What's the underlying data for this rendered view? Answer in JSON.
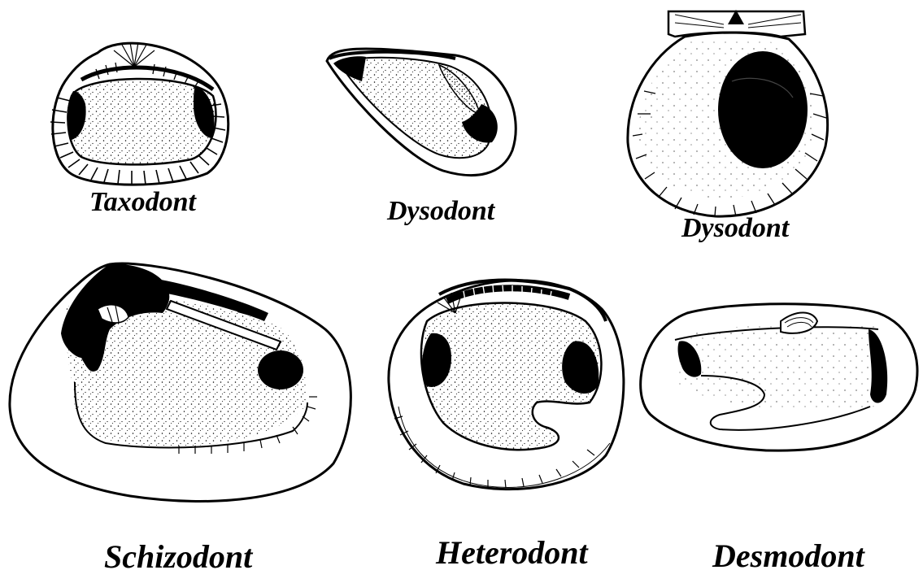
{
  "shells": [
    {
      "name": "taxodont",
      "label": "Taxodont"
    },
    {
      "name": "dysodont-mussel",
      "label": "Dysodont"
    },
    {
      "name": "dysodont-scallop",
      "label": "Dysodont"
    },
    {
      "name": "schizodont",
      "label": "Schizodont"
    },
    {
      "name": "heterodont",
      "label": "Heterodont"
    },
    {
      "name": "desmodont",
      "label": "Desmodont"
    }
  ],
  "colors": {
    "ink": "#000000",
    "paper": "#ffffff"
  }
}
